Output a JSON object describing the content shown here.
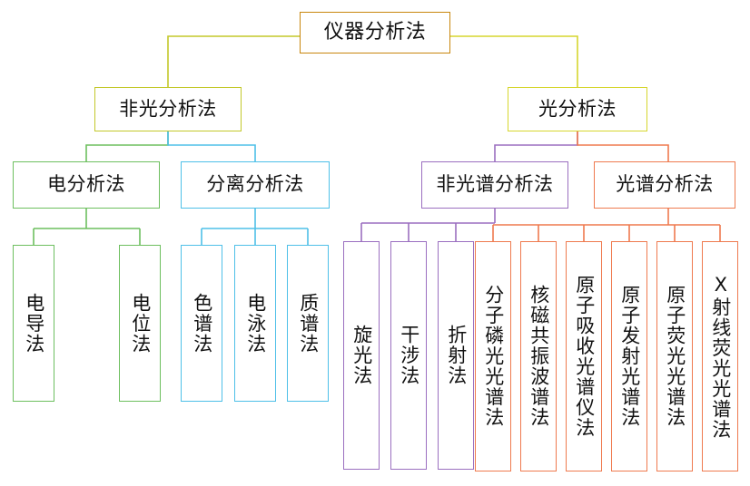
{
  "diagram": {
    "title": "仪器分析法",
    "type": "hierarchy-tree",
    "orientation": "top-down",
    "colors": {
      "root": "#c8860d",
      "non_optical": "#c3c82a",
      "optical": "#d6d62e",
      "electro": "#6dbf5f",
      "separation": "#4ec0e8",
      "non_spectral": "#9b6fc0",
      "spectral": "#ef7a4f",
      "text": "#111111",
      "background": "#ffffff"
    },
    "nodes": {
      "root": {
        "label": "仪器分析法",
        "color": "#c8860d"
      },
      "non_optical": {
        "label": "非光分析法",
        "color": "#c3c82a"
      },
      "optical": {
        "label": "光分析法",
        "color": "#d6d62e"
      },
      "electro": {
        "label": "电分析法",
        "color": "#6dbf5f"
      },
      "separation": {
        "label": "分离分析法",
        "color": "#4ec0e8"
      },
      "non_spectral": {
        "label": "非光谱分析法",
        "color": "#9b6fc0"
      },
      "spectral": {
        "label": "光谱分析法",
        "color": "#ef7a4f"
      },
      "electro_1": {
        "label": "电导法",
        "color": "#6dbf5f"
      },
      "electro_2": {
        "label": "电位法",
        "color": "#6dbf5f"
      },
      "sep_1": {
        "label": "色谱法",
        "color": "#4ec0e8"
      },
      "sep_2": {
        "label": "电泳法",
        "color": "#4ec0e8"
      },
      "sep_3": {
        "label": "质谱法",
        "color": "#4ec0e8"
      },
      "ns_1": {
        "label": "旋光法",
        "color": "#9b6fc0"
      },
      "ns_2": {
        "label": "干涉法",
        "color": "#9b6fc0"
      },
      "ns_3": {
        "label": "折射法",
        "color": "#9b6fc0"
      },
      "sp_1": {
        "label": "分子磷光光谱法",
        "color": "#ef7a4f"
      },
      "sp_2": {
        "label": "核磁共振波谱法",
        "color": "#ef7a4f"
      },
      "sp_3": {
        "label": "原子吸收光谱仪法",
        "color": "#ef7a4f"
      },
      "sp_4": {
        "label": "原子发射光谱法",
        "color": "#ef7a4f"
      },
      "sp_5": {
        "label": "原子荧光光谱法",
        "color": "#ef7a4f"
      },
      "sp_6": {
        "label": "X射线荧光光谱法",
        "color": "#ef7a4f"
      }
    }
  }
}
